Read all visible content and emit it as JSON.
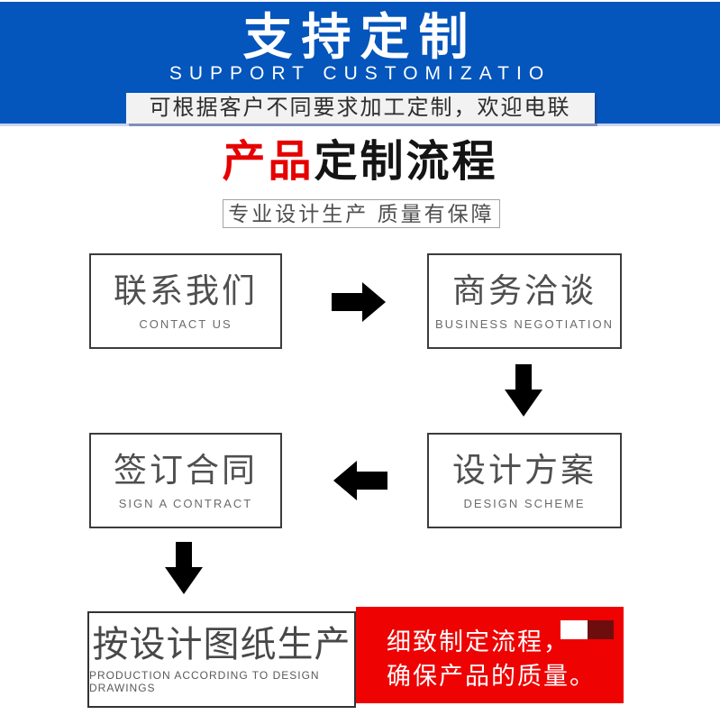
{
  "banner": {
    "title": "支持定制",
    "subtitle": "SUPPORT CUSTOMIZATIO",
    "notice": "可根据客户不同要求加工定制，欢迎电联",
    "bg_color": "#0455BC",
    "notice_bg": "#f2f2f2"
  },
  "section": {
    "title_red": "产品",
    "title_black": "定制流程",
    "title_red_color": "#e60000",
    "tagline": "专业设计生产 质量有保障"
  },
  "flow": {
    "steps": [
      {
        "zh": "联系我们",
        "en": "CONTACT US"
      },
      {
        "zh": "商务洽谈",
        "en": "BUSINESS NEGOTIATION"
      },
      {
        "zh": "签订合同",
        "en": "SIGN A CONTRACT"
      },
      {
        "zh": "设计方案",
        "en": "DESIGN SCHEME"
      },
      {
        "zh": "按设计图纸生产",
        "en": "PRODUCTION ACCORDING TO DESIGN DRAWINGS"
      }
    ],
    "arrow_color": "#000000",
    "note": {
      "line1": "细致制定流程，",
      "line2": "确保产品的质量。",
      "bg_color": "#ee0202",
      "accent_dark_color": "#6e0d0d",
      "accent_white_color": "#ffffff"
    }
  }
}
